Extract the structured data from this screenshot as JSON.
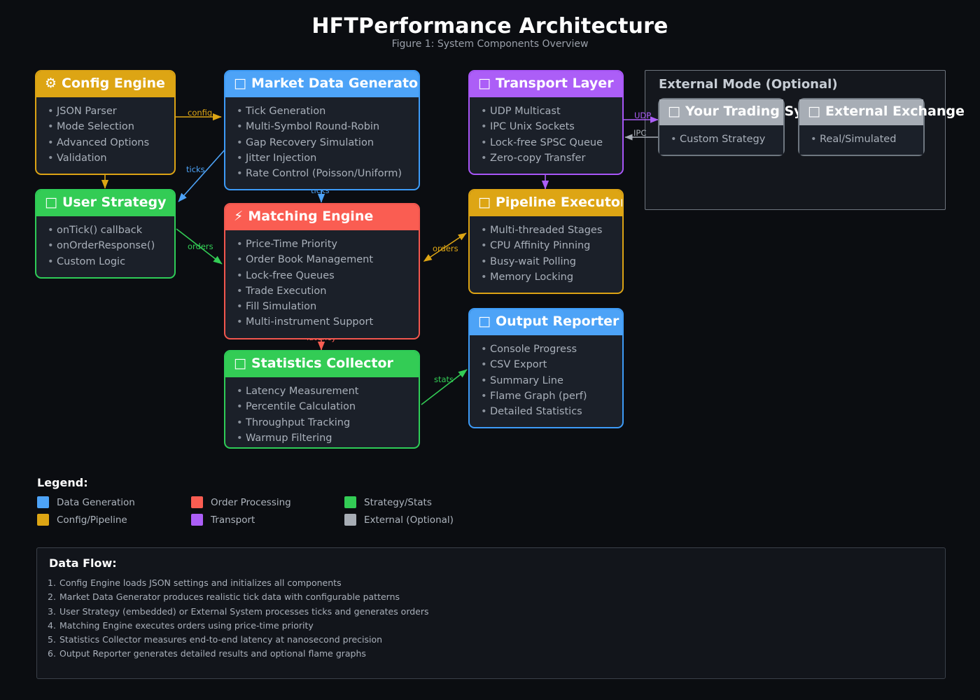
{
  "header": {
    "title": "HFTPerformance Architecture",
    "subtitle": "Figure 1: System Components Overview"
  },
  "nodes": [
    {
      "id": "config-engine",
      "icon": "gear-icon",
      "glyph": "⚙",
      "title": "Config Engine",
      "color": "#dda514",
      "items": [
        "JSON Parser",
        "Mode Selection",
        "Advanced Options",
        "Validation"
      ]
    },
    {
      "id": "market-data-generator",
      "icon": "chart-icon",
      "glyph": "□",
      "title": "Market Data Generator",
      "color": "#4da3f7",
      "items": [
        "Tick Generation",
        "Multi-Symbol Round-Robin",
        "Gap Recovery Simulation",
        "Jitter Injection",
        "Rate Control (Poisson/Uniform)"
      ]
    },
    {
      "id": "transport-layer",
      "icon": "network-icon",
      "glyph": "□",
      "title": "Transport Layer",
      "color": "#ac5ef7",
      "items": [
        "UDP Multicast",
        "IPC Unix Sockets",
        "Lock-free SPSC Queue",
        "Zero-copy Transfer"
      ]
    },
    {
      "id": "user-strategy",
      "icon": "user-icon",
      "glyph": "□",
      "title": "User Strategy",
      "color": "#33cc55",
      "items": [
        "onTick() callback",
        "onOrderResponse()",
        "Custom Logic"
      ]
    },
    {
      "id": "matching-engine",
      "icon": "lightning-icon",
      "glyph": "⚡",
      "title": "Matching Engine",
      "color": "#fa5d52",
      "items": [
        "Price-Time Priority",
        "Order Book Management",
        "Lock-free Queues",
        "Trade Execution",
        "Fill Simulation",
        "Multi-instrument Support"
      ]
    },
    {
      "id": "pipeline-executor",
      "icon": "pipeline-icon",
      "glyph": "□",
      "title": "Pipeline Executor",
      "color": "#dda514",
      "items": [
        "Multi-threaded Stages",
        "CPU Affinity Pinning",
        "Busy-wait Polling",
        "Memory Locking"
      ]
    },
    {
      "id": "statistics-collector",
      "icon": "stats-icon",
      "glyph": "□",
      "title": "Statistics Collector",
      "color": "#33cc55",
      "items": [
        "Latency Measurement",
        "Percentile Calculation",
        "Throughput Tracking",
        "Warmup Filtering"
      ]
    },
    {
      "id": "output-reporter",
      "icon": "report-icon",
      "glyph": "□",
      "title": "Output Reporter",
      "color": "#4da3f7",
      "items": [
        "Console Progress",
        "CSV Export",
        "Summary Line",
        "Flame Graph (perf)",
        "Detailed Statistics"
      ]
    }
  ],
  "external": {
    "title": "External Mode (Optional)",
    "nodes": [
      {
        "id": "your-trading-system",
        "icon": "briefcase-icon",
        "glyph": "□",
        "title": "Your Trading System",
        "color": "#a7adb5",
        "items": [
          "Custom Strategy"
        ]
      },
      {
        "id": "external-exchange",
        "icon": "exchange-icon",
        "glyph": "□",
        "title": "External Exchange",
        "color": "#a7adb5",
        "items": [
          "Real/Simulated"
        ]
      }
    ]
  },
  "edges": [
    {
      "id": "config-to-market",
      "label": "config",
      "color": "#dda514"
    },
    {
      "id": "config-to-strategy",
      "label": "",
      "color": "#dda514"
    },
    {
      "id": "market-to-strategy",
      "label": "ticks",
      "color": "#4da3f7"
    },
    {
      "id": "market-to-matching",
      "label": "ticks",
      "color": "#4da3f7"
    },
    {
      "id": "strategy-to-matching",
      "label": "orders",
      "color": "#33cc55"
    },
    {
      "id": "matching-pipeline",
      "label": "orders",
      "color": "#dda514"
    },
    {
      "id": "matching-to-stats",
      "label": "latency",
      "color": "#fa5d52"
    },
    {
      "id": "stats-to-output",
      "label": "stats",
      "color": "#33cc55"
    },
    {
      "id": "transport-to-pipeline",
      "label": "",
      "color": "#ac5ef7"
    },
    {
      "id": "transport-udp",
      "label": "UDP",
      "color": "#ac5ef7"
    },
    {
      "id": "transport-ipc",
      "label": "IPC",
      "color": "#a7adb5"
    }
  ],
  "legend": {
    "title": "Legend:",
    "items": [
      {
        "label": "Data Generation",
        "color": "#4da3f7"
      },
      {
        "label": "Order Processing",
        "color": "#fa5d52"
      },
      {
        "label": "Strategy/Stats",
        "color": "#33cc55"
      },
      {
        "label": "Config/Pipeline",
        "color": "#dda514"
      },
      {
        "label": "Transport",
        "color": "#ac5ef7"
      },
      {
        "label": "External (Optional)",
        "color": "#a7adb5"
      }
    ]
  },
  "data_flow": {
    "title": "Data Flow:",
    "steps": [
      "Config Engine loads JSON settings and initializes all components",
      "Market Data Generator produces realistic tick data with configurable patterns",
      "User Strategy (embedded) or External System processes ticks and generates orders",
      "Matching Engine executes orders using price-time priority",
      "Statistics Collector measures end-to-end latency at nanosecond precision",
      "Output Reporter generates detailed results and optional flame graphs"
    ]
  }
}
